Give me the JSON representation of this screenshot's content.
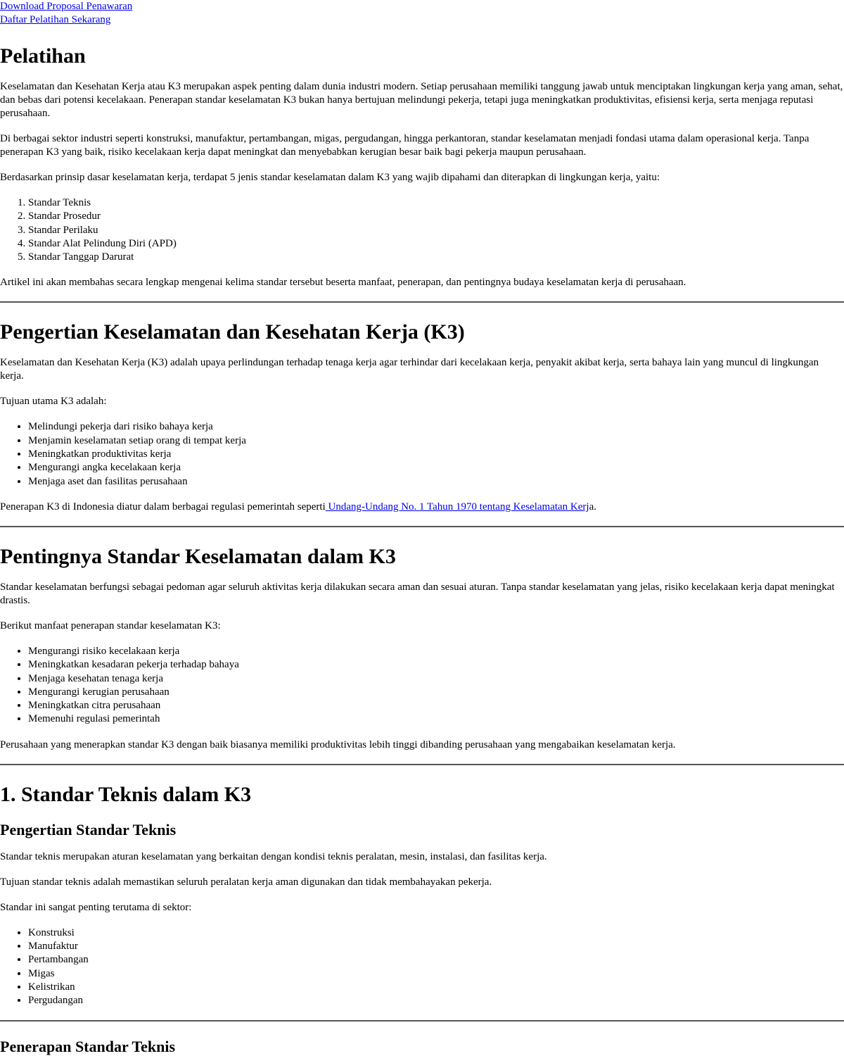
{
  "top_links": [
    "Download Proposal Penawaran",
    "Daftar Pelatihan Sekarang"
  ],
  "intro": {
    "title": "Pelatihan",
    "p1": "Keselamatan dan Kesehatan Kerja atau K3 merupakan aspek penting dalam dunia industri modern. Setiap perusahaan memiliki tanggung jawab untuk menciptakan lingkungan kerja yang aman, sehat, dan bebas dari potensi kecelakaan. Penerapan standar keselamatan K3 bukan hanya bertujuan melindungi pekerja, tetapi juga meningkatkan produktivitas, efisiensi kerja, serta menjaga reputasi perusahaan.",
    "p2": "Di berbagai sektor industri seperti konstruksi, manufaktur, pertambangan, migas, pergudangan, hingga perkantoran, standar keselamatan menjadi fondasi utama dalam operasional kerja. Tanpa penerapan K3 yang baik, risiko kecelakaan kerja dapat meningkat dan menyebabkan kerugian besar baik bagi pekerja maupun perusahaan.",
    "p3": "Berdasarkan prinsip dasar keselamatan kerja, terdapat 5 jenis standar keselamatan dalam K3 yang wajib dipahami dan diterapkan di lingkungan kerja, yaitu:",
    "list": [
      "Standar Teknis",
      "Standar Prosedur",
      "Standar Perilaku",
      "Standar Alat Pelindung Diri (APD)",
      "Standar Tanggap Darurat"
    ],
    "p4": "Artikel ini akan membahas secara lengkap mengenai kelima standar tersebut beserta manfaat, penerapan, dan pentingnya budaya keselamatan kerja di perusahaan."
  },
  "section_definition": {
    "title": "Pengertian Keselamatan dan Kesehatan Kerja (K3)",
    "p1": "Keselamatan dan Kesehatan Kerja (K3) adalah upaya perlindungan terhadap tenaga kerja agar terhindar dari kecelakaan kerja, penyakit akibat kerja, serta bahaya lain yang muncul di lingkungan kerja.",
    "p2": "Tujuan utama K3 adalah:",
    "list": [
      "Melindungi pekerja dari risiko bahaya kerja",
      "Menjamin keselamatan setiap orang di tempat kerja",
      "Meningkatkan produktivitas kerja",
      "Mengurangi angka kecelakaan kerja",
      "Menjaga aset dan fasilitas perusahaan"
    ],
    "p3_before": "Penerapan K3 di Indonesia diatur dalam berbagai regulasi pemerintah seperti",
    "p3_link": " Undang-Undang No. 1 Tahun 1970 tentang Keselamatan Kerj",
    "p3_after": "a."
  },
  "section_importance": {
    "title": "Pentingnya Standar Keselamatan dalam K3",
    "p1": "Standar keselamatan berfungsi sebagai pedoman agar seluruh aktivitas kerja dilakukan secara aman dan sesuai aturan. Tanpa standar keselamatan yang jelas, risiko kecelakaan kerja dapat meningkat drastis.",
    "p2": "Berikut manfaat penerapan standar keselamatan K3:",
    "list": [
      "Mengurangi risiko kecelakaan kerja",
      "Meningkatkan kesadaran pekerja terhadap bahaya",
      "Menjaga kesehatan tenaga kerja",
      "Mengurangi kerugian perusahaan",
      "Meningkatkan citra perusahaan",
      "Memenuhi regulasi pemerintah"
    ],
    "p3": "Perusahaan yang menerapkan standar K3 dengan baik biasanya memiliki produktivitas lebih tinggi dibanding perusahaan yang mengabaikan keselamatan kerja."
  },
  "section_technical": {
    "title": "1. Standar Teknis dalam K3",
    "subtitle": "Pengertian Standar Teknis",
    "p1": "Standar teknis merupakan aturan keselamatan yang berkaitan dengan kondisi teknis peralatan, mesin, instalasi, dan fasilitas kerja.",
    "p2": "Tujuan standar teknis adalah memastikan seluruh peralatan kerja aman digunakan dan tidak membahayakan pekerja.",
    "p3": "Standar ini sangat penting terutama di sektor:",
    "list": [
      "Konstruksi",
      "Manufaktur",
      "Pertambangan",
      "Migas",
      "Kelistrikan",
      "Pergudangan"
    ],
    "next_subtitle": "Penerapan Standar Teknis"
  }
}
